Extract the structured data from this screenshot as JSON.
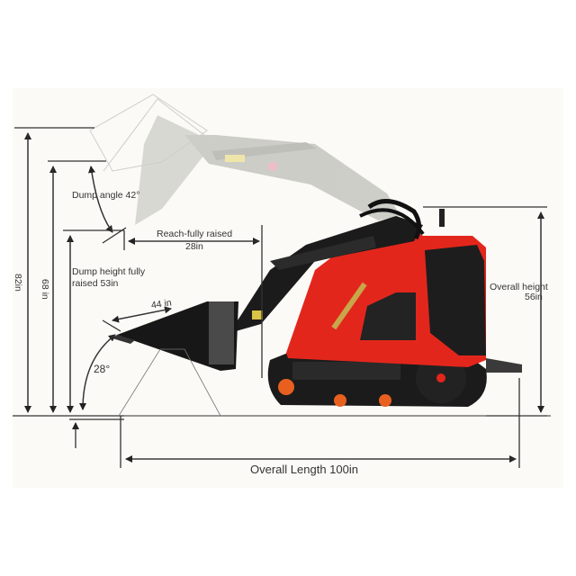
{
  "diagram": {
    "subject": "mini skid steer loader dimensions",
    "colors": {
      "background": "#ffffff",
      "panel": "#fbfaf6",
      "line": "#333333",
      "body_red": "#e3261c",
      "black": "#1b1b1b",
      "ghost": "#c9c9c4",
      "roller": "#e8601f"
    },
    "labels": {
      "dump_angle": "Dump angle 42°",
      "reach": "Reach-fully raised",
      "reach_value": "28in",
      "dump_height": "Dump height fully",
      "dump_height_2": "raised 53in",
      "bucket_length": "44 in",
      "rollback_angle": "28°",
      "overall_height": "Overall height",
      "overall_height_value": "56in",
      "height_82": "82in",
      "height_68": "68 in",
      "overall_length": "Overall Length 100in"
    }
  }
}
